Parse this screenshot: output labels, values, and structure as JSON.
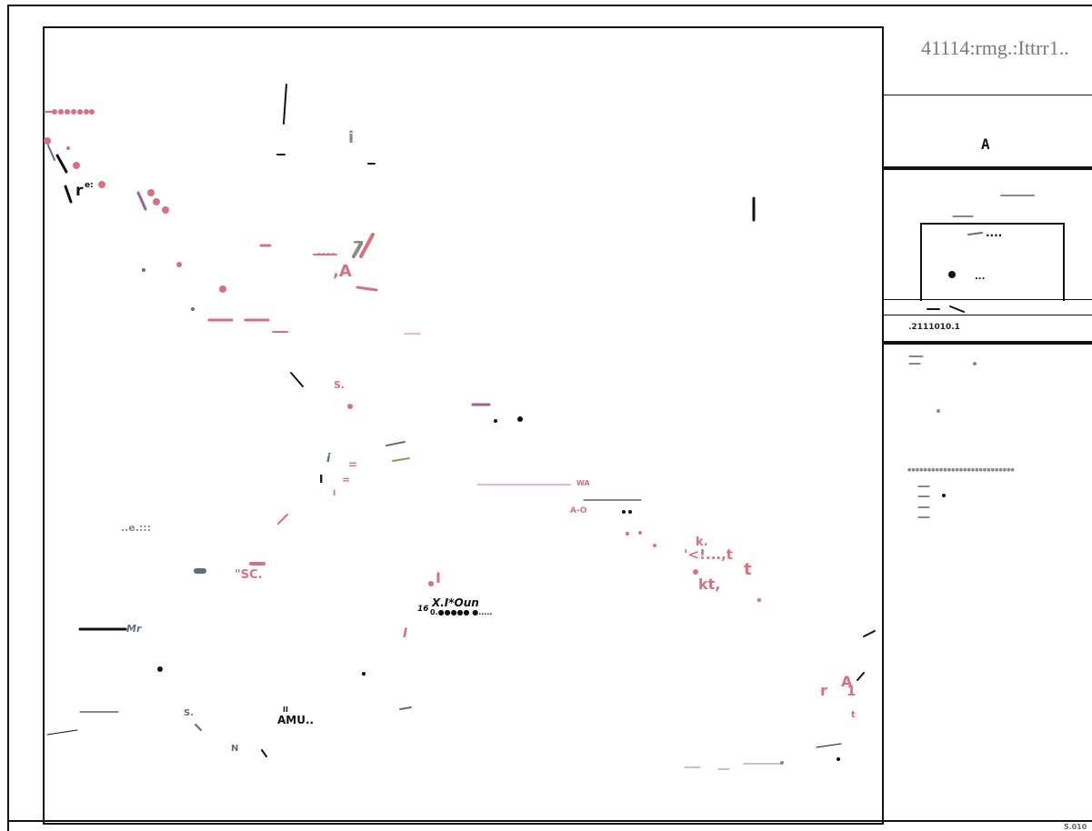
{
  "title_block": {
    "title": "41114:rmg.:Ittrr1..",
    "sheet_letter": "A",
    "code": ".2111010.1",
    "scale_note": "5.010"
  },
  "map_labels": [
    "i",
    ",A",
    "....",
    "7",
    "S.",
    "i",
    "=",
    "\"SC.",
    "I",
    "X.I*Oun",
    "16",
    "0.●●●●● ●.....",
    "Mr",
    "I",
    "S.",
    "AMU..",
    "II",
    "N",
    "k.",
    "kt,",
    "A-O",
    "WA",
    "..e.:::",
    "r",
    "A",
    "1",
    "t",
    "'<!...,t",
    "t",
    "r",
    "e:",
    "I",
    "I",
    "="
  ],
  "panel_marks": [
    "....",
    "...",
    "●●●●●●●●●●●●●●●●●●●●●●●●●●●"
  ],
  "colors": {
    "ink": "#111111",
    "accent_pink": "#d9707f",
    "slate": "#5b6f82",
    "gray": "#8a8a8a",
    "green": "#7aa050",
    "purple": "#a06090"
  }
}
